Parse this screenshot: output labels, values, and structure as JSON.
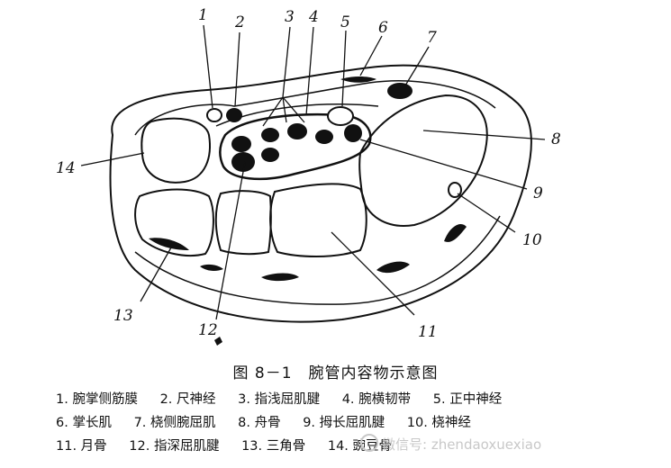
{
  "figure": {
    "caption": "图 8－1　腕管内容物示意图",
    "callout_numbers": [
      "1",
      "2",
      "3",
      "4",
      "5",
      "6",
      "7",
      "8",
      "9",
      "10",
      "11",
      "12",
      "13",
      "14"
    ]
  },
  "legend": {
    "row1": [
      "1. 腕掌侧筋膜",
      "2. 尺神经",
      "3. 指浅屈肌腱",
      "4. 腕横韧带",
      "5. 正中神经"
    ],
    "row2": [
      "6. 掌长肌",
      "7. 桡侧腕屈肌",
      "8. 舟骨",
      "9. 拇长屈肌腱",
      "10. 桡神经"
    ],
    "row3": [
      "11. 月骨",
      "12. 指深屈肌腱",
      "13. 三角骨",
      "14. 豌豆骨"
    ]
  },
  "watermark": {
    "text": "微信号: zhendaoxuexiao"
  }
}
